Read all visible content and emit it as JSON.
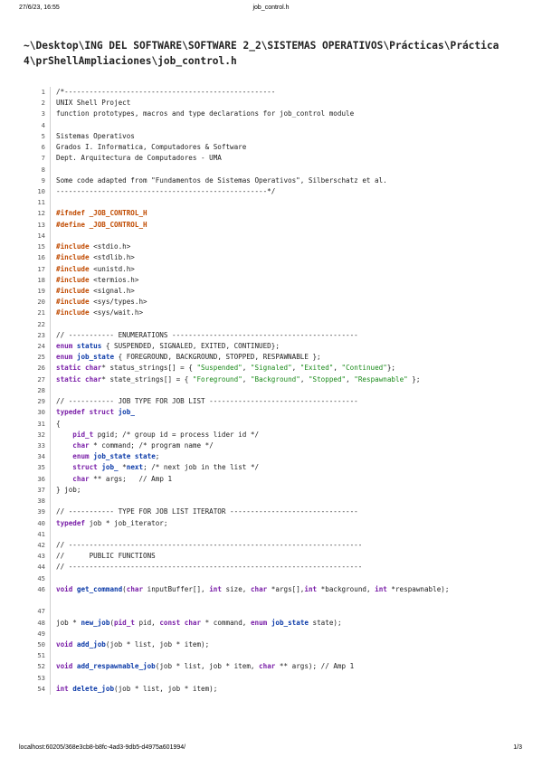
{
  "print_header": {
    "date": "27/6/23, 16:55",
    "title": "job_control.h"
  },
  "heading": "~\\Desktop\\ING DEL SOFTWARE\\SOFTWARE 2_2\\SISTEMAS OPERATIVOS\\Prácticas\\Práctica 4\\prShellAmpliaciones\\job_control.h",
  "footer": {
    "url": "localhost:60205/368e3cb8-b8fc-4ad3-9db5-d4975a601994/",
    "page": "1/3"
  },
  "colors": {
    "keyword": "#7a1fa8",
    "function": "#0b3aa8",
    "string": "#1a8a1a",
    "preprocessor": "#c04a00"
  },
  "code_lines": [
    {
      "n": "1",
      "tokens": [
        [
          "/*---------------------------------------------------",
          "cm"
        ]
      ]
    },
    {
      "n": "2",
      "tokens": [
        [
          "UNIX Shell Project",
          "cm"
        ]
      ]
    },
    {
      "n": "3",
      "tokens": [
        [
          "function prototypes, macros and type declarations for job_control module",
          "cm"
        ]
      ]
    },
    {
      "n": "4",
      "tokens": []
    },
    {
      "n": "5",
      "tokens": [
        [
          "Sistemas Operativos",
          "cm"
        ]
      ]
    },
    {
      "n": "6",
      "tokens": [
        [
          "Grados I. Informatica, Computadores & Software",
          "cm"
        ]
      ]
    },
    {
      "n": "7",
      "tokens": [
        [
          "Dept. Arquitectura de Computadores - UMA",
          "cm"
        ]
      ]
    },
    {
      "n": "8",
      "tokens": []
    },
    {
      "n": "9",
      "tokens": [
        [
          "Some code adapted from \"Fundamentos de Sistemas Operativos\", Silberschatz et al.",
          "cm"
        ]
      ]
    },
    {
      "n": "10",
      "tokens": [
        [
          "---------------------------------------------------*/",
          "cm"
        ]
      ]
    },
    {
      "n": "11",
      "tokens": []
    },
    {
      "n": "12",
      "tokens": [
        [
          "#ifndef",
          "pp"
        ],
        [
          " _JOB_CONTROL_H",
          "pp2"
        ]
      ]
    },
    {
      "n": "13",
      "tokens": [
        [
          "#define",
          "pp"
        ],
        [
          " _JOB_CONTROL_H",
          "pp2"
        ]
      ]
    },
    {
      "n": "14",
      "tokens": []
    },
    {
      "n": "15",
      "tokens": [
        [
          "#include",
          "pp"
        ],
        [
          " <stdio.h>",
          ""
        ]
      ]
    },
    {
      "n": "16",
      "tokens": [
        [
          "#include",
          "pp"
        ],
        [
          " <stdlib.h>",
          ""
        ]
      ]
    },
    {
      "n": "17",
      "tokens": [
        [
          "#include",
          "pp"
        ],
        [
          " <unistd.h>",
          ""
        ]
      ]
    },
    {
      "n": "18",
      "tokens": [
        [
          "#include",
          "pp"
        ],
        [
          " <termios.h>",
          ""
        ]
      ]
    },
    {
      "n": "19",
      "tokens": [
        [
          "#include",
          "pp"
        ],
        [
          " <signal.h>",
          ""
        ]
      ]
    },
    {
      "n": "20",
      "tokens": [
        [
          "#include",
          "pp"
        ],
        [
          " <sys/types.h>",
          ""
        ]
      ]
    },
    {
      "n": "21",
      "tokens": [
        [
          "#include",
          "pp"
        ],
        [
          " <sys/wait.h>",
          ""
        ]
      ]
    },
    {
      "n": "22",
      "tokens": []
    },
    {
      "n": "23",
      "tokens": [
        [
          "// ----------- ENUMERATIONS ---------------------------------------------",
          "cm"
        ]
      ]
    },
    {
      "n": "24",
      "tokens": [
        [
          "enum",
          "kw"
        ],
        [
          " ",
          ""
        ],
        [
          "status",
          "fn"
        ],
        [
          " { SUSPENDED, SIGNALED, EXITED, CONTINUED};",
          ""
        ]
      ]
    },
    {
      "n": "25",
      "tokens": [
        [
          "enum",
          "kw"
        ],
        [
          " ",
          ""
        ],
        [
          "job_state",
          "fn"
        ],
        [
          " { FOREGROUND, BACKGROUND, STOPPED, RESPAWNABLE };",
          ""
        ]
      ]
    },
    {
      "n": "26",
      "tokens": [
        [
          "static",
          "kw"
        ],
        [
          " ",
          ""
        ],
        [
          "char",
          "kw"
        ],
        [
          "* status_strings[] = { ",
          ""
        ],
        [
          "\"Suspended\"",
          "str"
        ],
        [
          ", ",
          ""
        ],
        [
          "\"Signaled\"",
          "str"
        ],
        [
          ", ",
          ""
        ],
        [
          "\"Exited\"",
          "str"
        ],
        [
          ", ",
          ""
        ],
        [
          "\"Continued\"",
          "str"
        ],
        [
          "};",
          ""
        ]
      ]
    },
    {
      "n": "27",
      "tokens": [
        [
          "static",
          "kw"
        ],
        [
          " ",
          ""
        ],
        [
          "char",
          "kw"
        ],
        [
          "* state_strings[] = { ",
          ""
        ],
        [
          "\"Foreground\"",
          "str"
        ],
        [
          ", ",
          ""
        ],
        [
          "\"Background\"",
          "str"
        ],
        [
          ", ",
          ""
        ],
        [
          "\"Stopped\"",
          "str"
        ],
        [
          ", ",
          ""
        ],
        [
          "\"Respawnable\"",
          "str"
        ],
        [
          " };",
          ""
        ]
      ]
    },
    {
      "n": "28",
      "tokens": []
    },
    {
      "n": "29",
      "tokens": [
        [
          "// ----------- JOB TYPE FOR JOB LIST ------------------------------------",
          "cm"
        ]
      ]
    },
    {
      "n": "30",
      "tokens": [
        [
          "typedef",
          "kw"
        ],
        [
          " ",
          ""
        ],
        [
          "struct",
          "kw"
        ],
        [
          " ",
          ""
        ],
        [
          "job_",
          "fn"
        ]
      ]
    },
    {
      "n": "31",
      "tokens": [
        [
          "{",
          ""
        ]
      ]
    },
    {
      "n": "32",
      "tokens": [
        [
          "    ",
          ""
        ],
        [
          "pid_t",
          "kw"
        ],
        [
          " pgid; ",
          ""
        ],
        [
          "/* group id = process lider id */",
          "cm"
        ]
      ]
    },
    {
      "n": "33",
      "tokens": [
        [
          "    ",
          ""
        ],
        [
          "char",
          "kw"
        ],
        [
          " * command; ",
          ""
        ],
        [
          "/* program name */",
          "cm"
        ]
      ]
    },
    {
      "n": "34",
      "tokens": [
        [
          "    ",
          ""
        ],
        [
          "enum",
          "kw"
        ],
        [
          " ",
          ""
        ],
        [
          "job_state",
          "fn"
        ],
        [
          " ",
          ""
        ],
        [
          "state",
          "fn"
        ],
        [
          ";",
          ""
        ]
      ]
    },
    {
      "n": "35",
      "tokens": [
        [
          "    ",
          ""
        ],
        [
          "struct",
          "kw"
        ],
        [
          " ",
          ""
        ],
        [
          "job_",
          "fn"
        ],
        [
          " *",
          ""
        ],
        [
          "next",
          "fn"
        ],
        [
          "; ",
          ""
        ],
        [
          "/* next job in the list */",
          "cm"
        ]
      ]
    },
    {
      "n": "36",
      "tokens": [
        [
          "    ",
          ""
        ],
        [
          "char",
          "kw"
        ],
        [
          " ** args;   ",
          ""
        ],
        [
          "// Amp 1",
          "cm"
        ]
      ]
    },
    {
      "n": "37",
      "tokens": [
        [
          "} job;",
          ""
        ]
      ]
    },
    {
      "n": "38",
      "tokens": []
    },
    {
      "n": "39",
      "tokens": [
        [
          "// ----------- TYPE FOR JOB LIST ITERATOR -------------------------------",
          "cm"
        ]
      ]
    },
    {
      "n": "40",
      "tokens": [
        [
          "typedef",
          "kw"
        ],
        [
          " job * job_iterator;",
          ""
        ]
      ]
    },
    {
      "n": "41",
      "tokens": []
    },
    {
      "n": "42",
      "tokens": [
        [
          "// -----------------------------------------------------------------------",
          "cm"
        ]
      ]
    },
    {
      "n": "43",
      "tokens": [
        [
          "//      PUBLIC FUNCTIONS",
          "cm"
        ]
      ]
    },
    {
      "n": "44",
      "tokens": [
        [
          "// -----------------------------------------------------------------------",
          "cm"
        ]
      ]
    },
    {
      "n": "45",
      "tokens": []
    },
    {
      "n": "46",
      "tall": true,
      "tokens": [
        [
          "void",
          "kw"
        ],
        [
          " ",
          ""
        ],
        [
          "get_command",
          "fn"
        ],
        [
          "(",
          ""
        ],
        [
          "char",
          "kw"
        ],
        [
          " inputBuffer[], ",
          ""
        ],
        [
          "int",
          "kw"
        ],
        [
          " size, ",
          ""
        ],
        [
          "char",
          "kw"
        ],
        [
          " *args[],",
          ""
        ],
        [
          "int",
          "kw"
        ],
        [
          " *background, ",
          ""
        ],
        [
          "int",
          "kw"
        ],
        [
          " *respawnable);",
          ""
        ]
      ]
    },
    {
      "n": "47",
      "tokens": []
    },
    {
      "n": "48",
      "tokens": [
        [
          "job * ",
          ""
        ],
        [
          "new_job",
          "fn"
        ],
        [
          "(",
          ""
        ],
        [
          "pid_t",
          "kw"
        ],
        [
          " pid, ",
          ""
        ],
        [
          "const",
          "kw"
        ],
        [
          " ",
          ""
        ],
        [
          "char",
          "kw"
        ],
        [
          " * command, ",
          ""
        ],
        [
          "enum",
          "kw"
        ],
        [
          " ",
          ""
        ],
        [
          "job_state",
          "fn"
        ],
        [
          " state);",
          ""
        ]
      ]
    },
    {
      "n": "49",
      "tokens": []
    },
    {
      "n": "50",
      "tokens": [
        [
          "void",
          "kw"
        ],
        [
          " ",
          ""
        ],
        [
          "add_job",
          "fn"
        ],
        [
          "(job * list, job * item);",
          ""
        ]
      ]
    },
    {
      "n": "51",
      "tokens": []
    },
    {
      "n": "52",
      "tokens": [
        [
          "void",
          "kw"
        ],
        [
          " ",
          ""
        ],
        [
          "add_respawnable_job",
          "fn"
        ],
        [
          "(job * list, job * item, ",
          ""
        ],
        [
          "char",
          "kw"
        ],
        [
          " ** args); ",
          ""
        ],
        [
          "// Amp 1",
          "cm"
        ]
      ]
    },
    {
      "n": "53",
      "tokens": []
    },
    {
      "n": "54",
      "tokens": [
        [
          "int",
          "kw"
        ],
        [
          " ",
          ""
        ],
        [
          "delete_job",
          "fn"
        ],
        [
          "(job * list, job * item);",
          ""
        ]
      ]
    }
  ]
}
